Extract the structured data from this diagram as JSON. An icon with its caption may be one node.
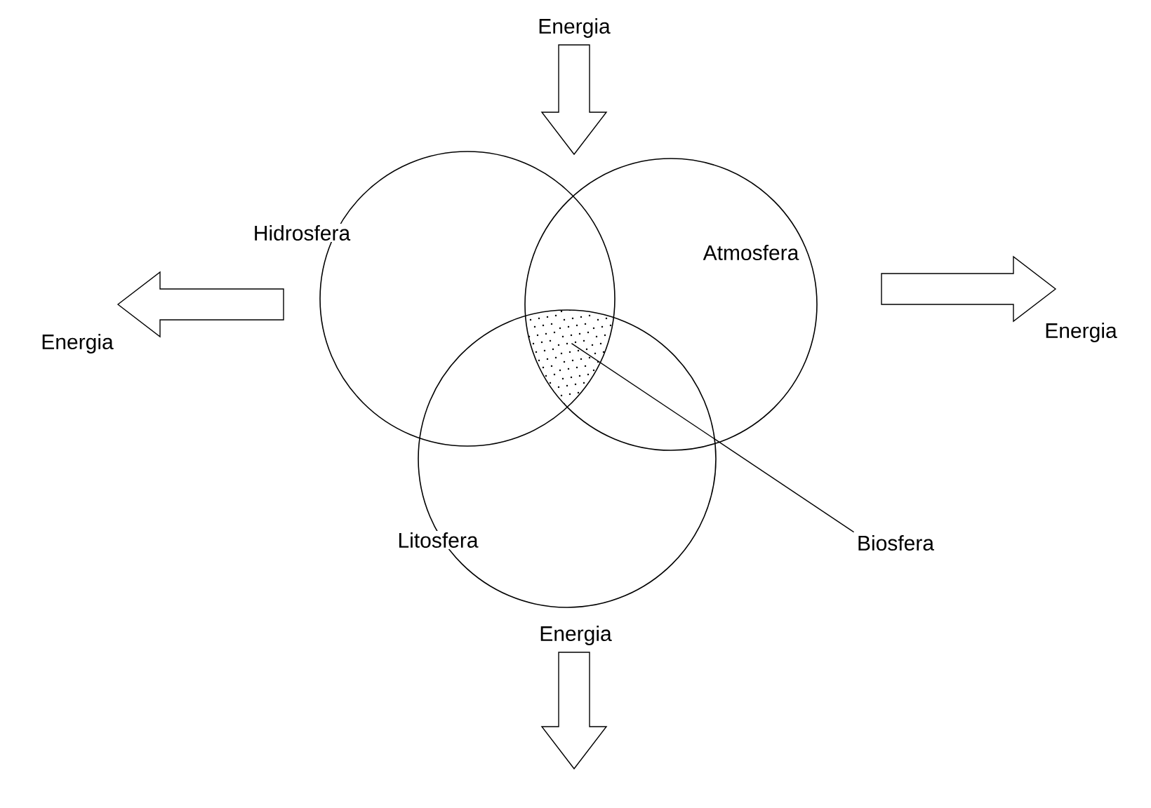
{
  "diagram": {
    "nodes": [
      {
        "text": [
          "Hidrosfera"
        ]
      },
      {
        "text": [
          "Atmosfera"
        ]
      },
      {
        "text": [
          "Litosfera"
        ]
      },
      {
        "text": [
          "Biosfera"
        ]
      },
      {
        "text": [],
        "shape": "picture"
      }
    ],
    "edges": [
      {
        "from": 3,
        "to": 4,
        "arrow": "none"
      }
    ],
    "labels": [
      "Energia",
      "Energia",
      "Energia",
      "Energia"
    ]
  }
}
